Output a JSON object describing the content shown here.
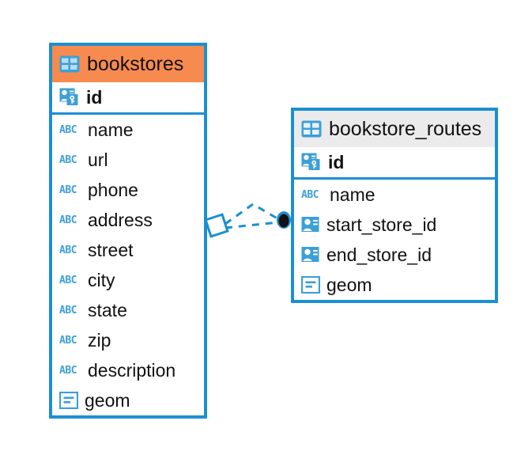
{
  "diagram": {
    "kind": "entity-relationship-diagram",
    "colors": {
      "accent_blue": "#1b8fd1",
      "header_orange": "#f78b4f",
      "header_gray": "#ebebeb",
      "icon_blue": "#3c9fd8",
      "text": "#111111",
      "background": "#ffffff"
    },
    "entities": [
      {
        "name": "bookstores",
        "header_style": "orange",
        "icon": "table-icon",
        "columns": [
          {
            "label": "id",
            "icon": "primary-key-icon",
            "key": true
          },
          {
            "label": "name",
            "icon": "abc-text-icon",
            "key": false
          },
          {
            "label": "url",
            "icon": "abc-text-icon",
            "key": false
          },
          {
            "label": "phone",
            "icon": "abc-text-icon",
            "key": false
          },
          {
            "label": "address",
            "icon": "abc-text-icon",
            "key": false
          },
          {
            "label": "street",
            "icon": "abc-text-icon",
            "key": false
          },
          {
            "label": "city",
            "icon": "abc-text-icon",
            "key": false
          },
          {
            "label": "state",
            "icon": "abc-text-icon",
            "key": false
          },
          {
            "label": "zip",
            "icon": "abc-text-icon",
            "key": false
          },
          {
            "label": "description",
            "icon": "abc-text-icon",
            "key": false
          },
          {
            "label": "geom",
            "icon": "geometry-icon",
            "key": false
          }
        ]
      },
      {
        "name": "bookstore_routes",
        "header_style": "gray",
        "icon": "table-icon",
        "columns": [
          {
            "label": "id",
            "icon": "primary-key-icon",
            "key": true
          },
          {
            "label": "name",
            "icon": "abc-text-icon",
            "key": false
          },
          {
            "label": "start_store_id",
            "icon": "foreign-key-icon",
            "key": false
          },
          {
            "label": "end_store_id",
            "icon": "foreign-key-icon",
            "key": false
          },
          {
            "label": "geom",
            "icon": "geometry-icon",
            "key": false
          }
        ]
      }
    ],
    "relationship": {
      "style": "dashed",
      "color": "#1b8fd1",
      "source_marker": "diamond-outline",
      "target_marker": "filled-circle",
      "from": "bookstores",
      "to": "bookstore_routes"
    },
    "abc_icon_text": "ABC"
  }
}
